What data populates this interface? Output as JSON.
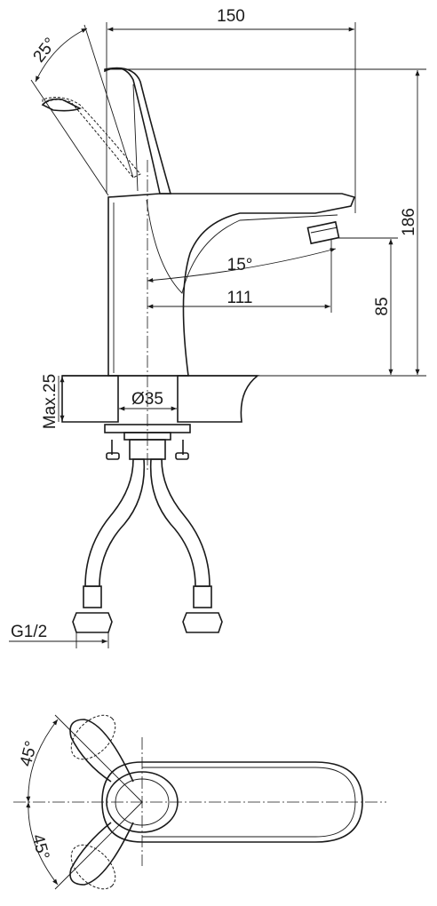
{
  "side_view": {
    "dim_width": "150",
    "dim_height": "186",
    "dim_spout_height": "85",
    "dim_reach": "111",
    "dim_lever_angle": "25°",
    "dim_spout_angle": "15°",
    "dim_hole_diameter": "Ø35",
    "dim_max_thickness": "Max.25",
    "dim_thread": "G1/2"
  },
  "top_view": {
    "angle_upper": "45°",
    "angle_lower": "45°"
  }
}
